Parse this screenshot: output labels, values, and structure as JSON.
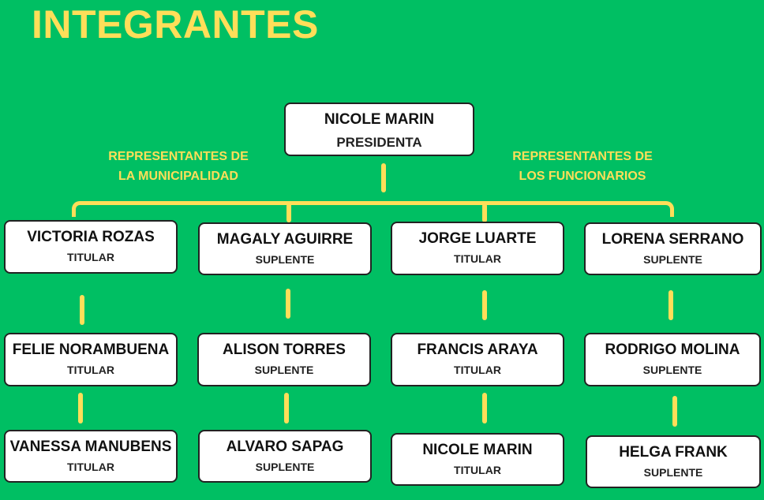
{
  "title": "INTEGRANTES",
  "groups": {
    "left": [
      "REPRESENTANTES DE",
      "LA MUNICIPALIDAD"
    ],
    "right": [
      "REPRESENTANTES DE",
      "LOS FUNCIONARIOS"
    ]
  },
  "president": {
    "name": "NICOLE MARIN",
    "role": "PRESIDENTA"
  },
  "members": [
    {
      "name": "VICTORIA ROZAS",
      "role": "TITULAR"
    },
    {
      "name": "MAGALY AGUIRRE",
      "role": "SUPLENTE"
    },
    {
      "name": "JORGE LUARTE",
      "role": "TITULAR"
    },
    {
      "name": "LORENA SERRANO",
      "role": "SUPLENTE"
    },
    {
      "name": "FELIE NORAMBUENA",
      "role": "TITULAR"
    },
    {
      "name": "ALISON TORRES",
      "role": "SUPLENTE"
    },
    {
      "name": "FRANCIS ARAYA",
      "role": "TITULAR"
    },
    {
      "name": "RODRIGO MOLINA",
      "role": "SUPLENTE"
    },
    {
      "name": "VANESSA MANUBENS",
      "role": "TITULAR"
    },
    {
      "name": "ALVARO SAPAG",
      "role": "SUPLENTE"
    },
    {
      "name": "NICOLE MARIN",
      "role": "TITULAR"
    },
    {
      "name": "HELGA FRANK",
      "role": "SUPLENTE"
    }
  ],
  "colors": {
    "background": "#00bf63",
    "accent": "#ffde59"
  }
}
